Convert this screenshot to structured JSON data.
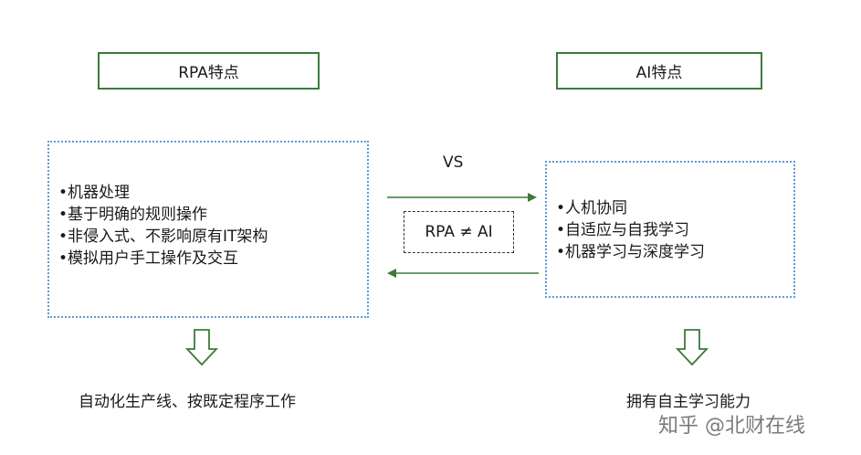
{
  "left": {
    "title": "RPA特点",
    "items": [
      "•机器处理",
      "•基于明确的规则操作",
      "•非侵入式、不影响原有IT架构",
      "•模拟用户手工操作及交互"
    ],
    "result": "自动化生产线、按既定程序工作"
  },
  "right": {
    "title": "AI特点",
    "items": [
      "•人机协同",
      "•自适应与自我学习",
      "•机器学习与深度学习"
    ],
    "result": "拥有自主学习能力"
  },
  "middle": {
    "vs": "VS",
    "neq": "RPA ≠ AI"
  },
  "watermark": "知乎 @北财在线",
  "colors": {
    "title_border": "#3c7a3c",
    "box_border": "#5b9bd5",
    "arrow": "#3c7a3c"
  }
}
